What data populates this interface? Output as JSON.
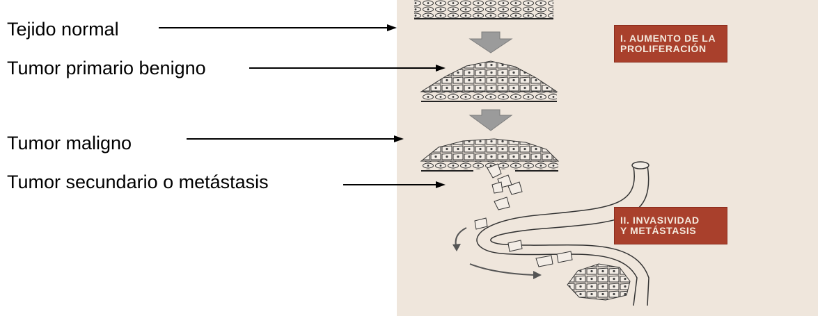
{
  "labels": [
    "Tejido normal",
    "Tumor primario benigno",
    "Tumor maligno",
    "Tumor secundario o metástasis"
  ],
  "stages": [
    {
      "line1": "I. AUMENTO DE LA",
      "line2": "PROLIFERACIÓN"
    },
    {
      "line1": "II. INVASIVIDAD",
      "line2": "Y METÁSTASIS"
    }
  ],
  "colors": {
    "stage_box": "#a9402c",
    "stage_text": "#f4e9dd",
    "panel_bg": "#efe6dc",
    "flow_arrow": "#9b9b9b"
  }
}
